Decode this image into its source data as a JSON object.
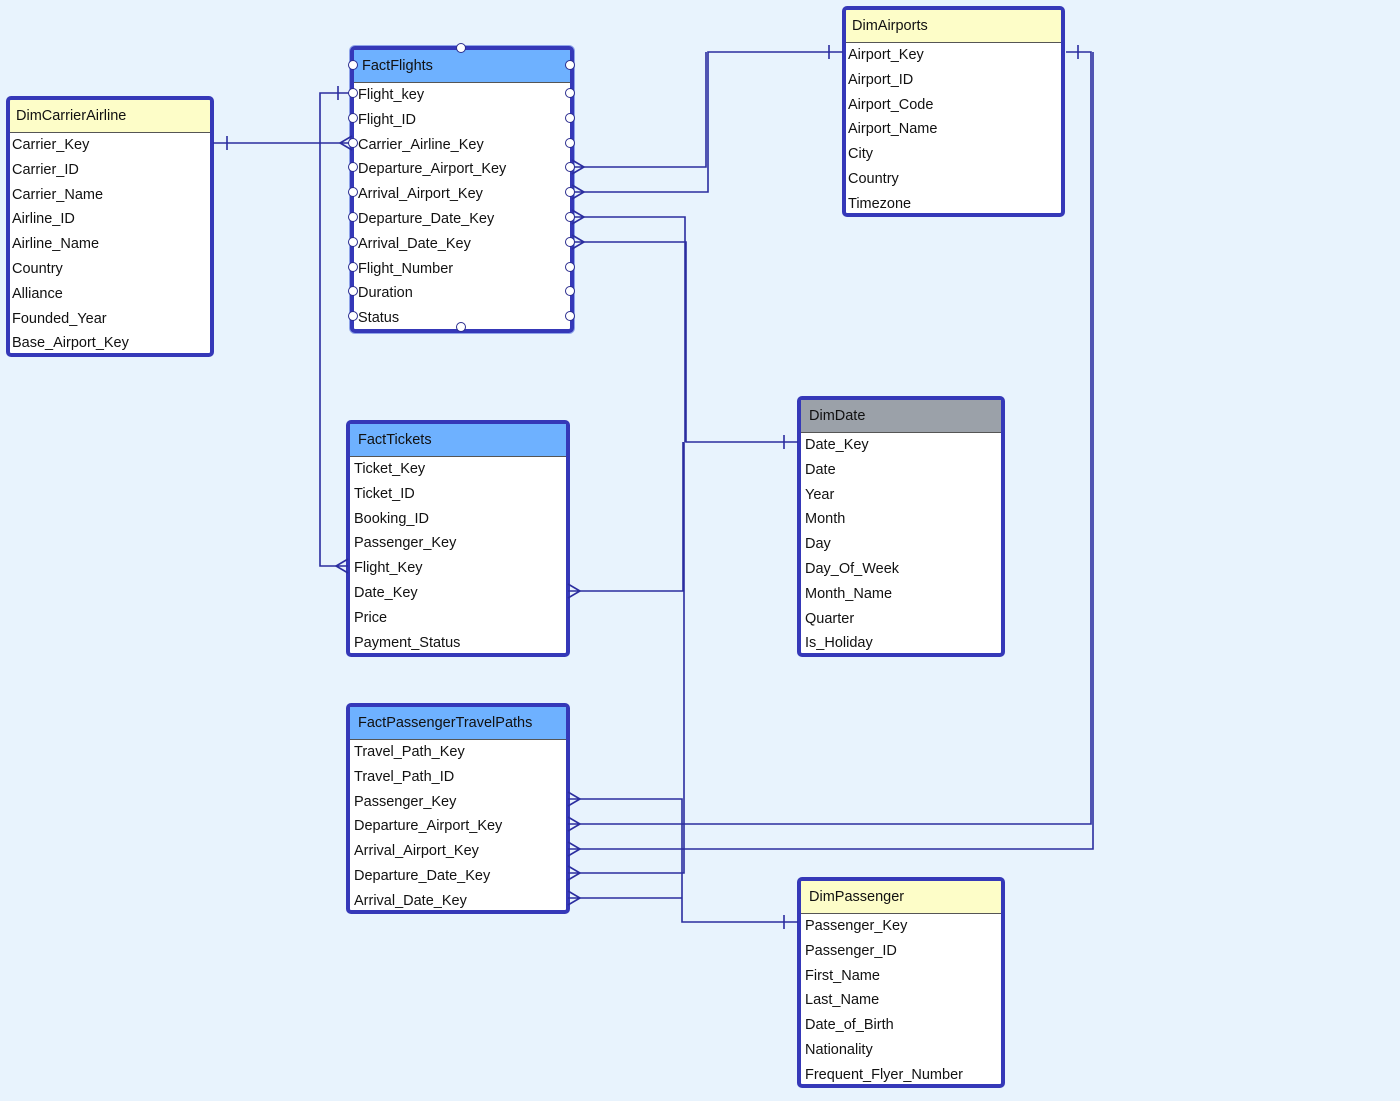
{
  "tables": {
    "dim_carrier_airline": {
      "title": "DimCarrierAirline",
      "columns": [
        "Carrier_Key",
        "Carrier_ID",
        "Carrier_Name",
        "Airline_ID",
        "Airline_Name",
        "Country",
        "Alliance",
        "Founded_Year",
        "Base_Airport_Key"
      ]
    },
    "fact_flights": {
      "title": "FactFlights",
      "columns": [
        "Flight_key",
        "Flight_ID",
        "Carrier_Airline_Key",
        "Departure_Airport_Key",
        "Arrival_Airport_Key",
        "Departure_Date_Key",
        "Arrival_Date_Key",
        "Flight_Number",
        "Duration",
        "Status"
      ]
    },
    "dim_airports": {
      "title": "DimAirports",
      "columns": [
        "Airport_Key",
        "Airport_ID",
        "Airport_Code",
        "Airport_Name",
        "City",
        "Country",
        "Timezone"
      ]
    },
    "fact_tickets": {
      "title": "FactTickets",
      "columns": [
        "Ticket_Key",
        "Ticket_ID",
        "Booking_ID",
        "Passenger_Key",
        "Flight_Key",
        "Date_Key",
        "Price",
        "Payment_Status"
      ]
    },
    "dim_date": {
      "title": "DimDate",
      "columns": [
        "Date_Key",
        "Date",
        "Year",
        "Month",
        "Day",
        "Day_Of_Week",
        "Month_Name",
        "Quarter",
        "Is_Holiday"
      ]
    },
    "fact_passenger_travel_paths": {
      "title": "FactPassengerTravelPaths",
      "columns": [
        "Travel_Path_Key",
        "Travel_Path_ID",
        "Passenger_Key",
        "Departure_Airport_Key",
        "Arrival_Airport_Key",
        "Departure_Date_Key",
        "Arrival_Date_Key"
      ]
    },
    "dim_passenger": {
      "title": "DimPassenger",
      "columns": [
        "Passenger_Key",
        "Passenger_ID",
        "First_Name",
        "Last_Name",
        "Date_of_Birth",
        "Nationality",
        "Frequent_Flyer_Number"
      ]
    }
  },
  "colors": {
    "background": "#e8f3fd",
    "table_border": "#3538b8",
    "connector": "#2b2d9f",
    "dim_header": "#fdfdc8",
    "fact_header": "#6eb1ff",
    "date_header": "#9ba1a9"
  }
}
